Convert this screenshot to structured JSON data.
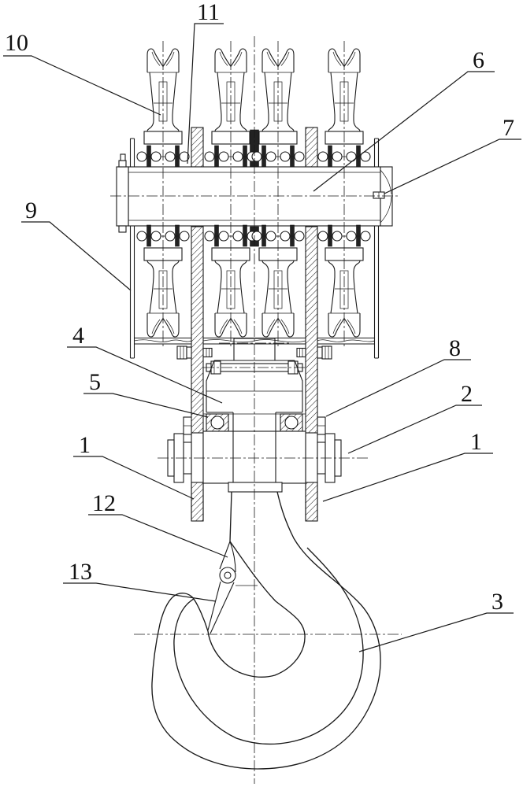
{
  "figure": {
    "kind": "engineering-sectional-drawing",
    "subject": "crane hook block with sheaves, axle, trunnion and hook",
    "background_color": "#ffffff",
    "line_color": "#1a1a1a"
  },
  "callouts": [
    {
      "id": "callout-10",
      "number": "10"
    },
    {
      "id": "callout-11",
      "number": "11"
    },
    {
      "id": "callout-6",
      "number": "6"
    },
    {
      "id": "callout-7",
      "number": "7"
    },
    {
      "id": "callout-9",
      "number": "9"
    },
    {
      "id": "callout-4",
      "number": "4"
    },
    {
      "id": "callout-5",
      "number": "5"
    },
    {
      "id": "callout-1-left",
      "number": "1"
    },
    {
      "id": "callout-12",
      "number": "12"
    },
    {
      "id": "callout-13",
      "number": "13"
    },
    {
      "id": "callout-8",
      "number": "8"
    },
    {
      "id": "callout-2",
      "number": "2"
    },
    {
      "id": "callout-1-right",
      "number": "1"
    },
    {
      "id": "callout-3",
      "number": "3"
    }
  ]
}
